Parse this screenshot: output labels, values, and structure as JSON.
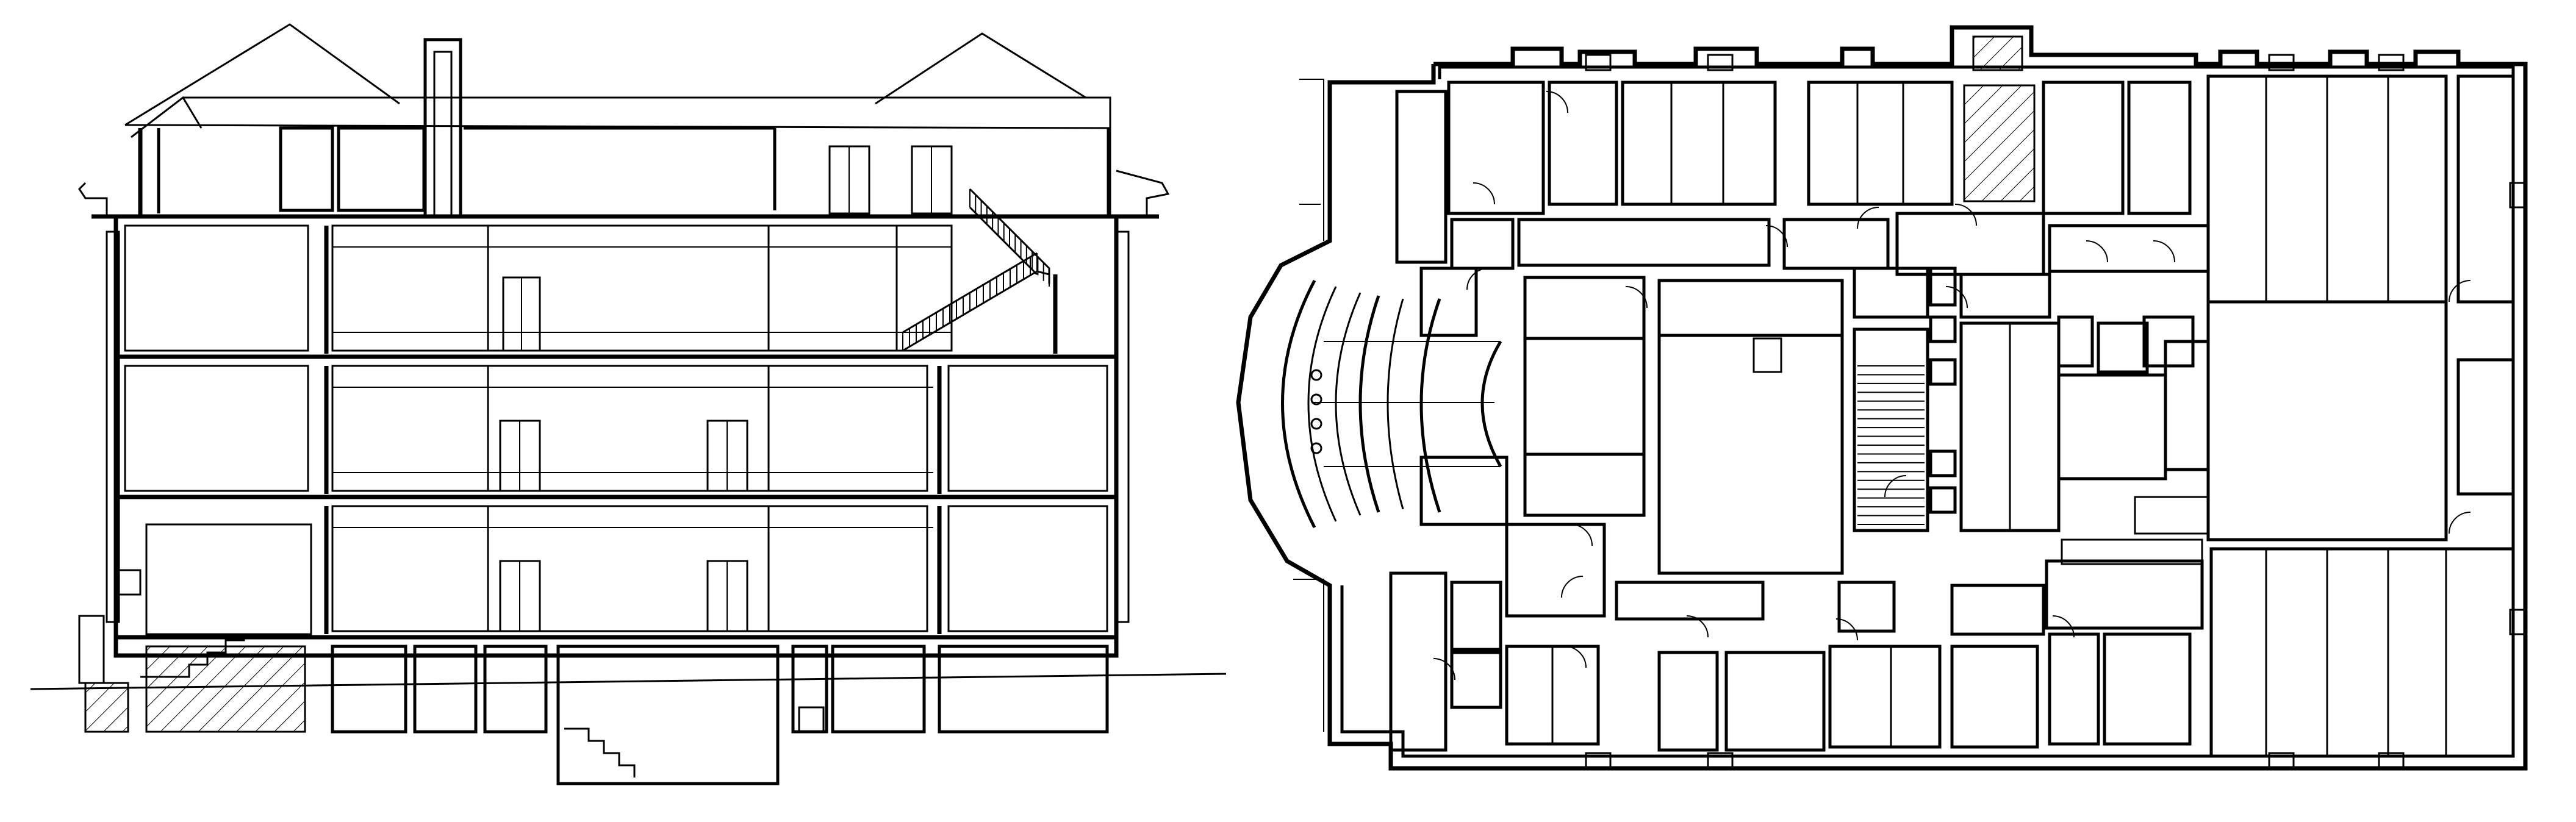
{
  "drawing": {
    "views": [
      {
        "id": "section",
        "kind": "building-cross-section",
        "floors_above_ground": 3,
        "has_attic": true,
        "has_basement": true
      },
      {
        "id": "plan",
        "kind": "floor-plan",
        "has_curved_bay": true
      }
    ],
    "colors": {
      "line": "#000000",
      "background": "#ffffff"
    }
  }
}
